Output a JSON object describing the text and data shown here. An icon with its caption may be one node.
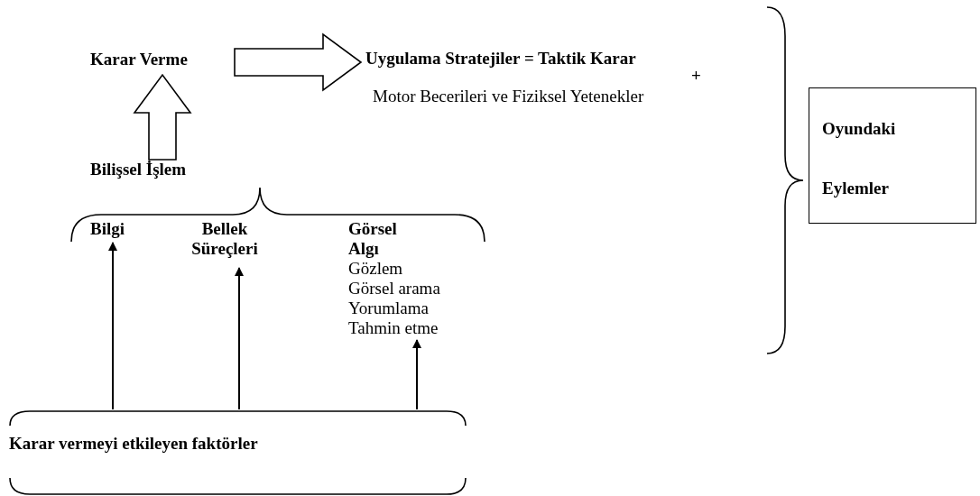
{
  "diagram": {
    "nodes": [
      {
        "text": [
          "Karar Verme"
        ]
      },
      {
        "text": [
          "Bilişsel İşlem"
        ]
      },
      {
        "text": [
          "Uygulama Stratejiler = Taktik Karar",
          "+",
          "Motor Becerileri ve Fiziksel Yetenekler"
        ]
      },
      {
        "text": [
          "Oyundaki Eylemler"
        ]
      },
      {
        "text": [
          "Bilgi"
        ]
      },
      {
        "text": [
          "Bellek Süreçleri"
        ]
      },
      {
        "text": [
          "Görsel Algı",
          "Gözlem",
          "Görsel arama",
          "Yorumlama",
          "Tahmin etme"
        ]
      },
      {
        "text": [
          "Karar vermeyi etkileyen faktörler"
        ]
      }
    ],
    "edges": [
      {
        "from": 1,
        "to": 0,
        "arrow": "to",
        "style": "thick"
      },
      {
        "from": 0,
        "to": 2,
        "arrow": "to",
        "style": "thick"
      },
      {
        "from": 7,
        "to": 4,
        "arrow": "to"
      },
      {
        "from": 7,
        "to": 5,
        "arrow": "to"
      },
      {
        "from": 7,
        "to": 6,
        "arrow": "to"
      }
    ]
  }
}
